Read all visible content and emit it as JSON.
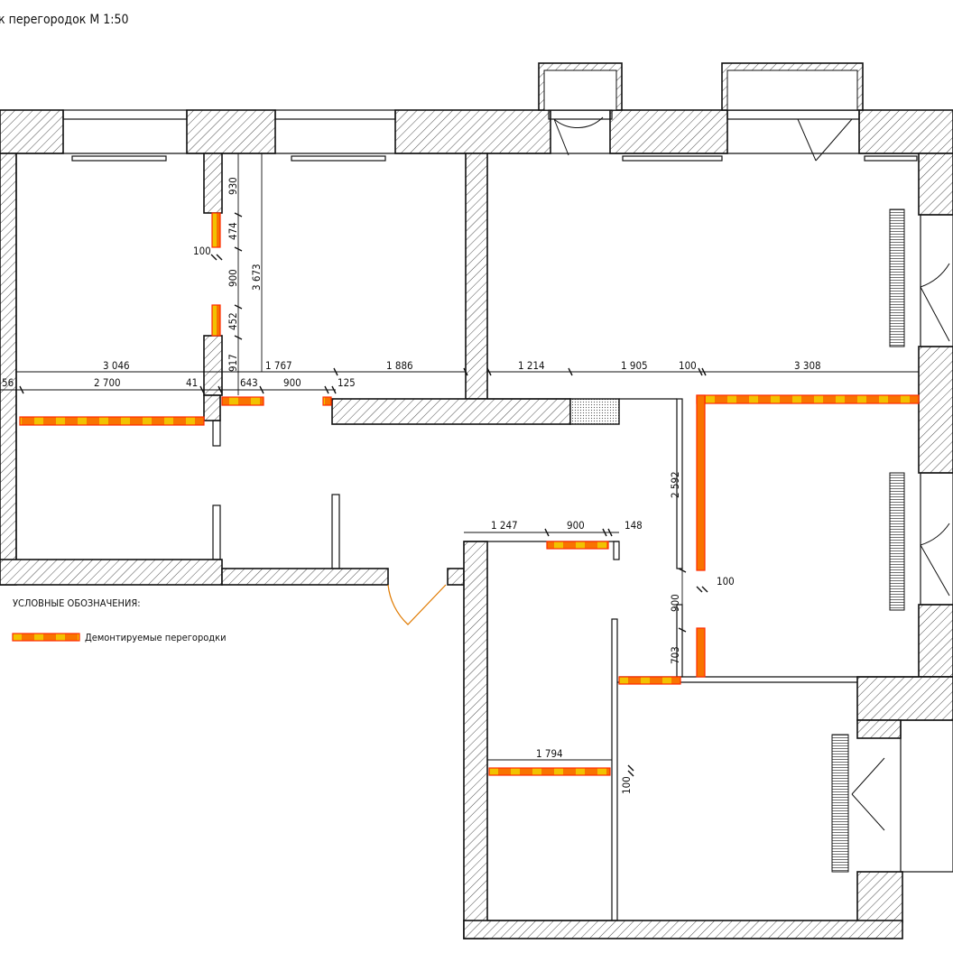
{
  "title": "к перегородок М 1:50",
  "legend": {
    "heading": "УСЛОВНЫЕ ОБОЗНАЧЕНИЯ:",
    "demolished_label": "Демонтируемые перегородки"
  },
  "colors": {
    "wall_line": "#111111",
    "demolition_fill": "#f2c200",
    "demolition_dash": "#ff2a00",
    "entrance_door": "#e07a00"
  },
  "dimensions": {
    "d3046": "3 046",
    "d2700": "2 700",
    "d56": "56",
    "d41": "41",
    "d643": "643",
    "d1767": "1 767",
    "d900a": "900",
    "d125": "125",
    "d1886": "1 886",
    "d1214": "1 214",
    "d1905": "1 905",
    "d100a": "100",
    "d3308": "3 308",
    "d930": "930",
    "d474": "474",
    "d100b": "100",
    "d900v": "900",
    "d3673": "3 673",
    "d452": "452",
    "d917": "917",
    "d2592": "2 592",
    "d100c": "100",
    "d900v2": "900",
    "d703": "703",
    "d1247": "1 247",
    "d900b": "900",
    "d148": "148",
    "d1794": "1 794",
    "d100d": "100"
  }
}
